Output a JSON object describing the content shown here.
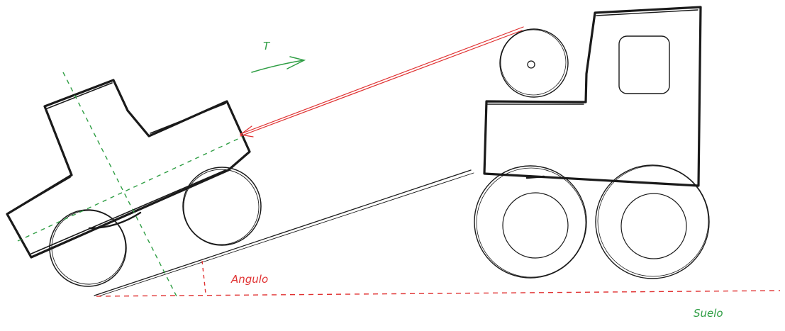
{
  "labels": {
    "tension": "T",
    "angle": "Angulo",
    "floor": "Suelo"
  },
  "colors": {
    "outline": "#1a1a1a",
    "tension_line": "#e03131",
    "angle_annotation": "#e03131",
    "axes": "#2f9e44",
    "floor_label": "#2f9e44",
    "background": "#ffffff"
  }
}
